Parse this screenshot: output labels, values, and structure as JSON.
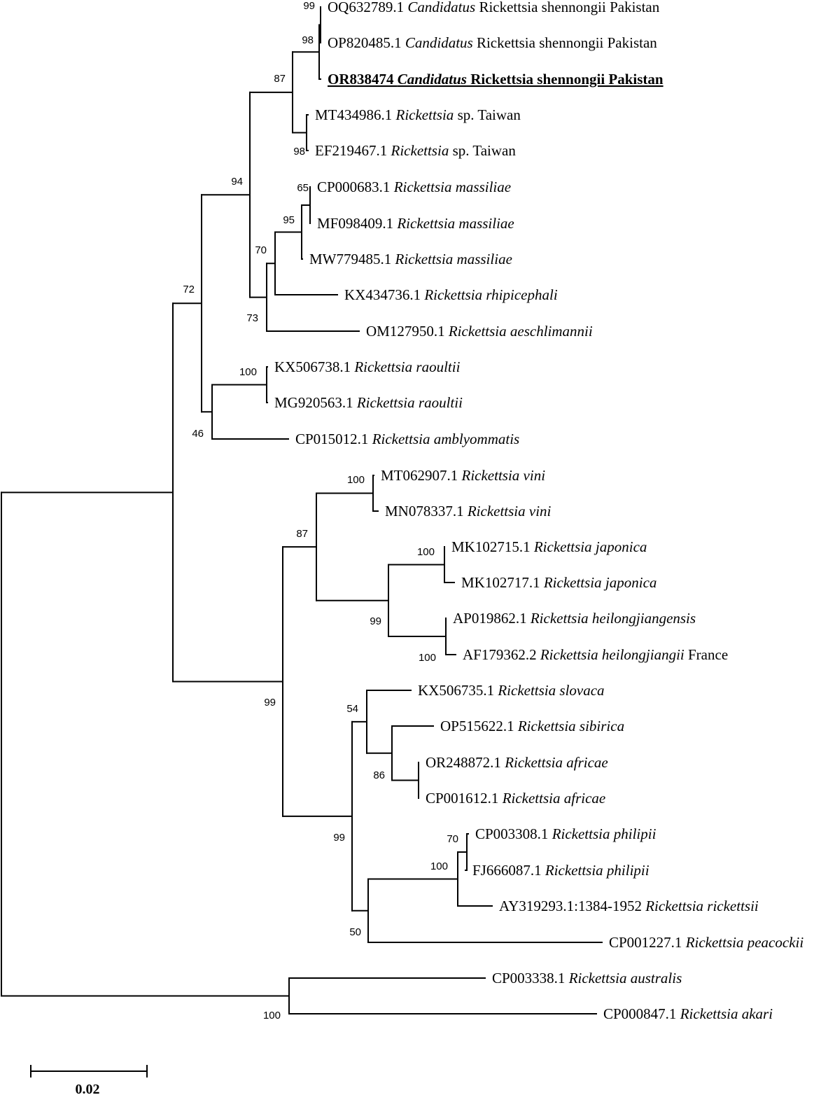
{
  "taxa": [
    {
      "id": "OQ632789",
      "acc": "OQ632789.1",
      "genus": "Candidatus",
      "rest": "Rickettsia shennongii Pakistan",
      "highlight": false
    },
    {
      "id": "OP820485",
      "acc": "OP820485.1",
      "genus": "Candidatus",
      "rest": "Rickettsia shennongii Pakistan",
      "highlight": false
    },
    {
      "id": "OR838474",
      "acc": "OR838474",
      "genus": "Candidatus",
      "rest": "Rickettsia shennongii Pakistan",
      "highlight": true
    },
    {
      "id": "MT434986",
      "acc": "MT434986.1",
      "genus": "Rickettsia",
      "rest": "sp. Taiwan",
      "highlight": false
    },
    {
      "id": "EF219467",
      "acc": "EF219467.1",
      "genus": "Rickettsia",
      "rest": "sp. Taiwan",
      "highlight": false
    },
    {
      "id": "CP000683",
      "acc": "CP000683.1",
      "genus": "Rickettsia massiliae",
      "rest": "",
      "highlight": false
    },
    {
      "id": "MF098409",
      "acc": "MF098409.1",
      "genus": "Rickettsia massiliae",
      "rest": "",
      "highlight": false
    },
    {
      "id": "MW779485",
      "acc": "MW779485.1",
      "genus": "Rickettsia massiliae",
      "rest": "",
      "highlight": false
    },
    {
      "id": "KX434736",
      "acc": "KX434736.1",
      "genus": "Rickettsia rhipicephali",
      "rest": "",
      "highlight": false
    },
    {
      "id": "OM127950",
      "acc": "OM127950.1",
      "genus": "Rickettsia aeschlimannii",
      "rest": "",
      "highlight": false
    },
    {
      "id": "KX506738",
      "acc": "KX506738.1",
      "genus": "Rickettsia raoultii",
      "rest": "",
      "highlight": false
    },
    {
      "id": "MG920563",
      "acc": "MG920563.1",
      "genus": "Rickettsia raoultii",
      "rest": "",
      "highlight": false
    },
    {
      "id": "CP015012",
      "acc": "CP015012.1",
      "genus": "Rickettsia amblyommatis",
      "rest": "",
      "highlight": false
    },
    {
      "id": "MT062907",
      "acc": "MT062907.1",
      "genus": "Rickettsia vini",
      "rest": "",
      "highlight": false
    },
    {
      "id": "MN078337",
      "acc": "MN078337.1",
      "genus": "Rickettsia vini",
      "rest": "",
      "highlight": false
    },
    {
      "id": "MK102715",
      "acc": "MK102715.1",
      "genus": "Rickettsia japonica",
      "rest": "",
      "highlight": false
    },
    {
      "id": "MK102717",
      "acc": "MK102717.1",
      "genus": "Rickettsia japonica",
      "rest": "",
      "highlight": false
    },
    {
      "id": "AP019862",
      "acc": "AP019862.1",
      "genus": "Rickettsia heilongjiangensis",
      "rest": "",
      "highlight": false
    },
    {
      "id": "AF179362",
      "acc": "AF179362.2",
      "genus": "Rickettsia heilongjiangii",
      "rest": "France",
      "highlight": false
    },
    {
      "id": "KX506735",
      "acc": "KX506735.1",
      "genus": "Rickettsia slovaca",
      "rest": "",
      "highlight": false
    },
    {
      "id": "OP515622",
      "acc": "OP515622.1",
      "genus": "Rickettsia sibirica",
      "rest": "",
      "highlight": false
    },
    {
      "id": "OR248872",
      "acc": "OR248872.1",
      "genus": "Rickettsia africae",
      "rest": "",
      "highlight": false
    },
    {
      "id": "CP001612",
      "acc": "CP001612.1",
      "genus": "Rickettsia africae",
      "rest": "",
      "highlight": false
    },
    {
      "id": "CP003308",
      "acc": "CP003308.1",
      "genus": "Rickettsia philipii",
      "rest": "",
      "highlight": false
    },
    {
      "id": "FJ666087",
      "acc": "FJ666087.1",
      "genus": "Rickettsia philipii",
      "rest": "",
      "highlight": false
    },
    {
      "id": "AY319293",
      "acc": "AY319293.1:1384-1952",
      "genus": "Rickettsia rickettsii",
      "rest": "",
      "highlight": false
    },
    {
      "id": "CP001227",
      "acc": "CP001227.1",
      "genus": "Rickettsia peacockii",
      "rest": "",
      "highlight": false
    },
    {
      "id": "CP003338",
      "acc": "CP003338.1",
      "genus": "Rickettsia australis",
      "rest": "",
      "highlight": false
    },
    {
      "id": "CP000847",
      "acc": "CP000847.1",
      "genus": "Rickettsia akari",
      "rest": "",
      "highlight": false
    }
  ],
  "bootstrap": {
    "n_shennongii_top": "99",
    "n_shennongii_pair": "98",
    "n_shennongii_taiwan": "87",
    "n_taiwan": "98",
    "n_massiliae_top": "65",
    "n_massiliae": "95",
    "n_massiliae_rhipi": "70",
    "n_aeschlimannii": "73",
    "n_spotted_a": "94",
    "n_raoultii": "100",
    "n_amblyommatis": "46",
    "n_group_a": "72",
    "n_vini": "100",
    "n_japonica": "100",
    "n_heilong": "100",
    "n_jap_heilong": "99",
    "n_vini_jap": "87",
    "n_slovaca": "54",
    "n_africae": "86",
    "n_philipii": "70",
    "n_rickettsii": "100",
    "n_peacockii": "50",
    "n_group_c": "99",
    "n_group_b": "99",
    "n_outgroup": "100"
  },
  "scale_bar": {
    "label": "0.02",
    "length": 0.02
  }
}
